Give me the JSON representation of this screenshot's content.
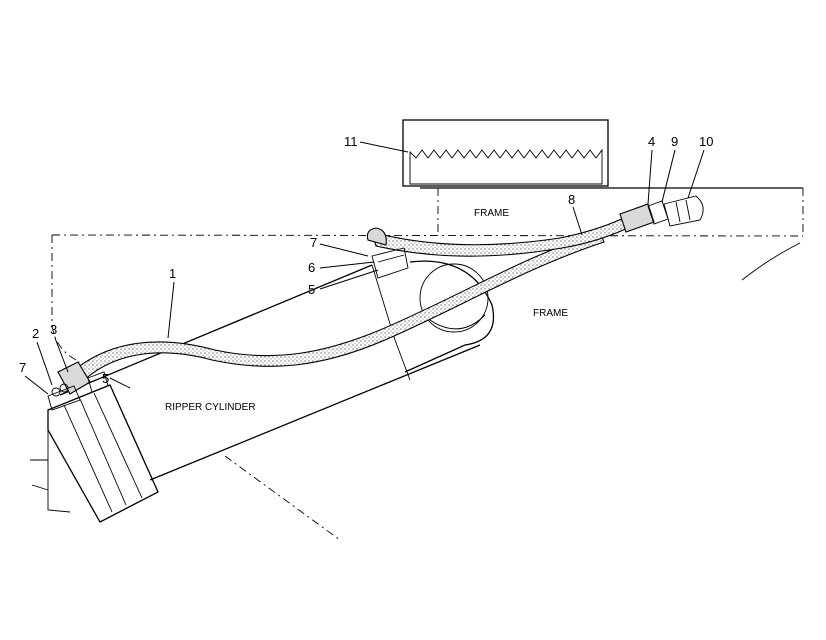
{
  "labels": {
    "frame_upper": "FRAME",
    "frame_right": "FRAME",
    "ripper_cylinder": "RIPPER CYLINDER"
  },
  "callouts": [
    "1",
    "2",
    "3",
    "4",
    "5",
    "5",
    "6",
    "7",
    "7",
    "8",
    "9",
    "10",
    "11"
  ]
}
